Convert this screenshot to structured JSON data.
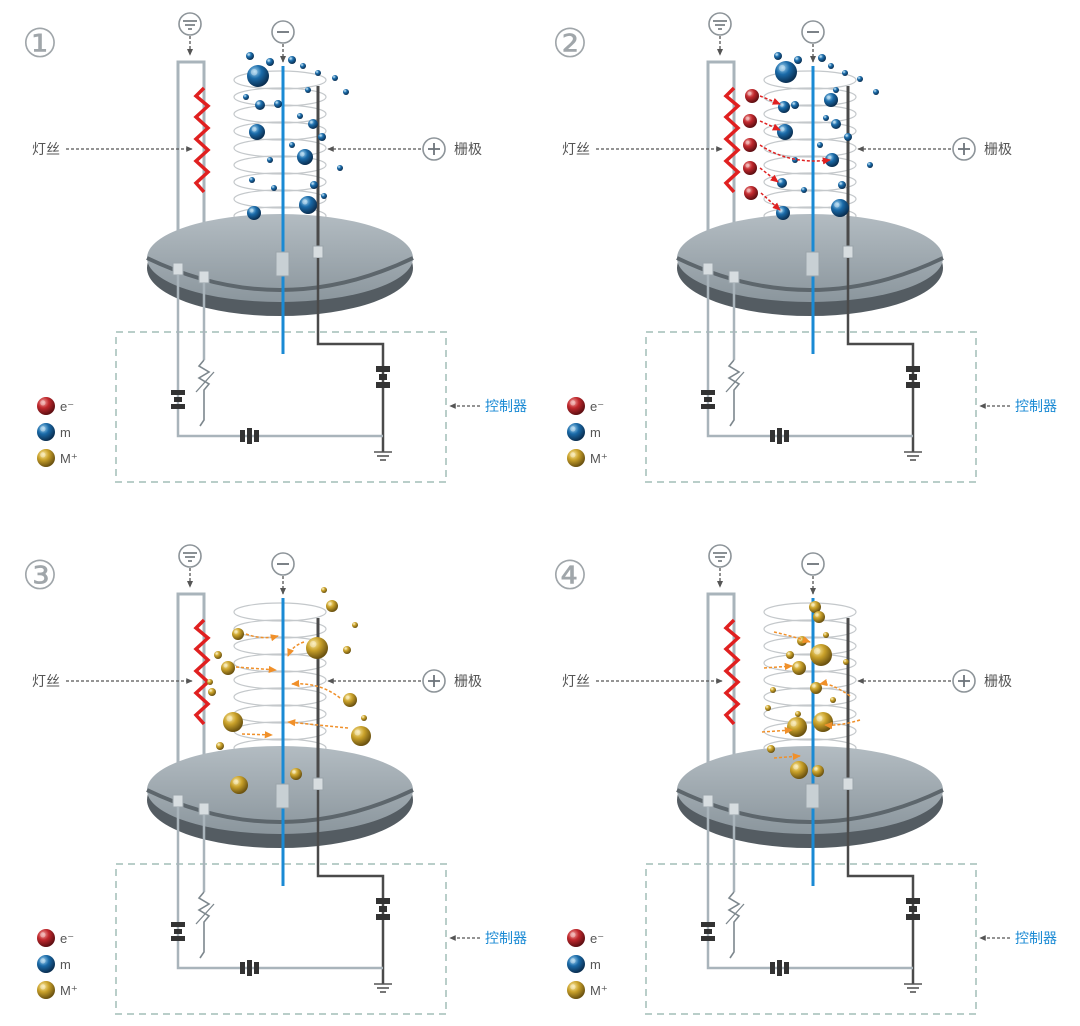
{
  "labels": {
    "filament": "灯丝",
    "grid": "栅极",
    "controller": "控制器"
  },
  "legend": [
    {
      "symbol": "e⁻",
      "color": "#c0282d",
      "name": "electron"
    },
    {
      "symbol": "m",
      "color": "#1a6aa8",
      "name": "neutral-molecule"
    },
    {
      "symbol": "M⁺",
      "color": "#c9a12a",
      "name": "ion"
    }
  ],
  "panels": [
    {
      "number": "①",
      "stage": "neutral"
    },
    {
      "number": "②",
      "stage": "electron-impact"
    },
    {
      "number": "③",
      "stage": "ions-attracted"
    },
    {
      "number": "④",
      "stage": "ions-collected"
    }
  ],
  "colors": {
    "filament": "#e02020",
    "collector": "#1a8ad4",
    "gridWire": "#4a4a4a",
    "plate": "#7f8b93",
    "plateEdge": "#545c62",
    "wire": "#a9b4bb",
    "box": "#b9cec9",
    "labelBlue": "#1a8ad4",
    "arrowRed": "#e02020",
    "arrowOrange": "#f0902a"
  }
}
